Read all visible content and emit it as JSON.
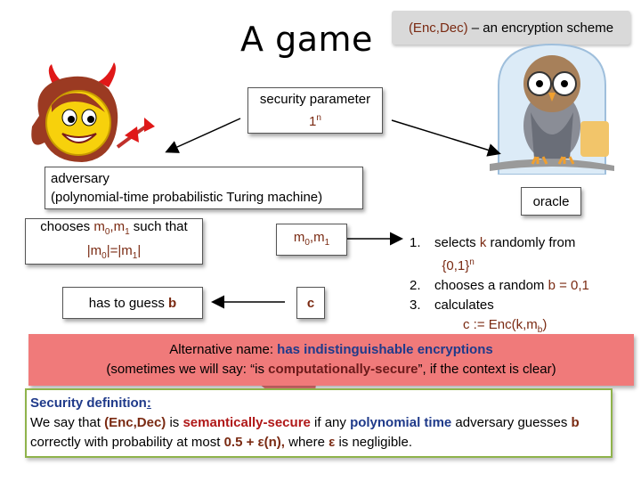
{
  "title": "A game",
  "scheme": {
    "name": "(Enc,Dec)",
    "rest": " – an encryption scheme"
  },
  "security_parameter": {
    "line1": "security parameter",
    "symbol": "1",
    "exp": "n"
  },
  "adversary": {
    "line1": "adversary",
    "line2": "(polynomial-time probabilistic Turing machine)"
  },
  "oracle": {
    "label": "oracle"
  },
  "chooses": {
    "prefix": "chooses ",
    "m": "m",
    "s0": "0",
    "comma": ",",
    "s1": "1",
    "suffix": " such that",
    "line2_a": "|m",
    "line2_b": "|=|m",
    "line2_c": "|"
  },
  "message_pair": {
    "m": "m",
    "s0": "0",
    "comma": ",",
    "s1": "1"
  },
  "guess": {
    "prefix": "has to guess ",
    "b": "b"
  },
  "ciphertext": {
    "label": "c"
  },
  "steps": [
    {
      "num": "1.",
      "a": "selects ",
      "b": "k",
      "c": " randomly from"
    },
    {
      "num": "",
      "a": "{0,1}",
      "exp": "n"
    },
    {
      "num": "2.",
      "a": "chooses a random ",
      "b": "b = 0,1"
    },
    {
      "num": "3.",
      "a": "calculates"
    },
    {
      "num": "",
      "a": "c := Enc(k,m",
      "sub": "b",
      "c": ")"
    }
  ],
  "callout": {
    "line1_a": "Alternative name: ",
    "line1_b": "has indistinguishable encryptions",
    "line2_a": "(sometimes we will say: “is ",
    "line2_b": "computationally-secure",
    "line2_c": "”, if the context is clear)"
  },
  "definition": {
    "heading": "Security definition",
    "colon": ":",
    "p1": "We say that ",
    "p2": "(Enc,Dec)",
    "p3": " is ",
    "p4": "semantically-secure",
    "p5": " if any ",
    "p6": "polynomial time",
    "p7": " adversary guesses ",
    "p8": "b",
    "p9": "correctly with probability at most ",
    "p10": "0.5 + ε(n),",
    "p11": " where ",
    "p12": "ε",
    "p13": " is negligible."
  },
  "colors": {
    "callout": "#f07a7a",
    "definition_border": "#8fb34b",
    "scheme_box": "#d9d9d9"
  }
}
